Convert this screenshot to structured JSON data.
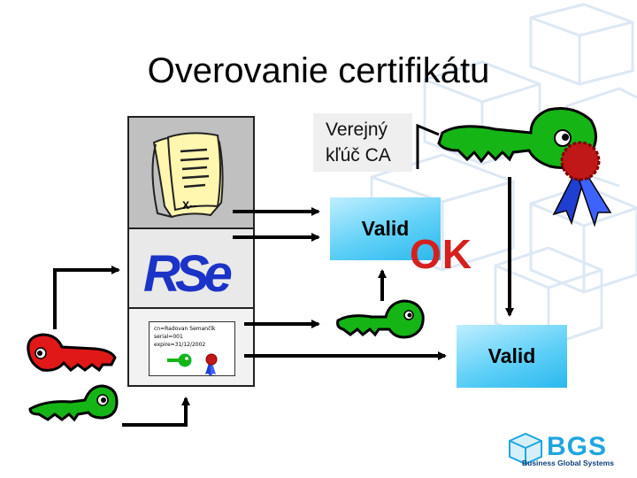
{
  "title": "Overovanie certifikátu",
  "public_key_label": {
    "line1": "Verejný",
    "line2": "kľúč CA"
  },
  "valid_boxes": [
    {
      "label": "Valid"
    },
    {
      "label": "Valid"
    }
  ],
  "ok_label": "OK",
  "certificate": {
    "line1": "cn=Radovan Semančík",
    "line2": "serial=001",
    "line3": "expire=31/12/2002"
  },
  "signature_logo": "RSe",
  "document_mark": "X--",
  "logo": {
    "name": "BGS",
    "tagline": "Business Global Systems"
  },
  "colors": {
    "key_green": "#16b516",
    "key_red": "#e01818",
    "valid_box": "#5fd0f7",
    "ok_red": "#d62020",
    "logo_blue": "#1ea6e0"
  }
}
